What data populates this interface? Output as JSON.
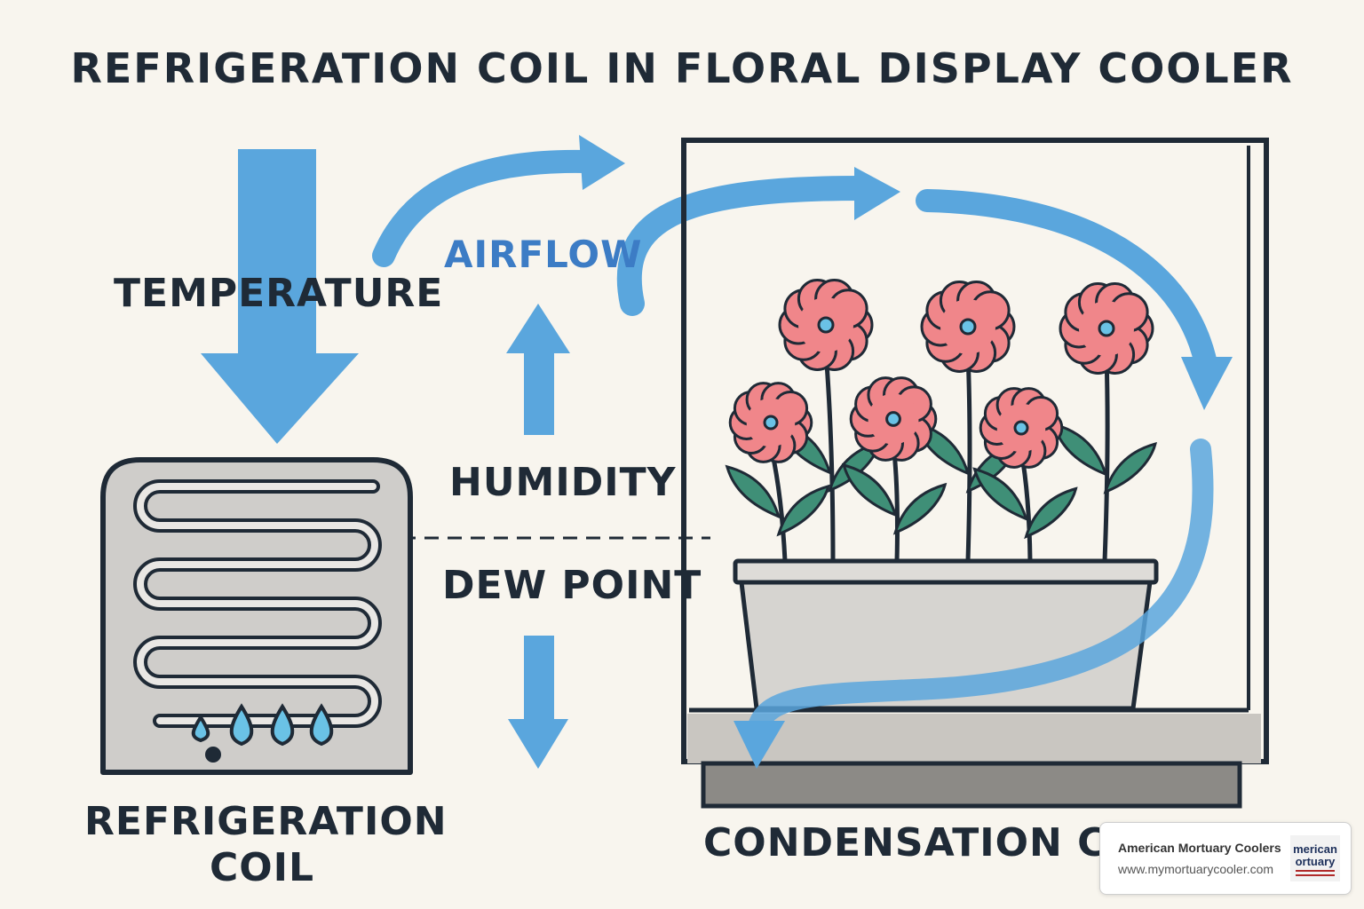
{
  "title": "REFRIGERATION COIL IN FLORAL DISPLAY COOLER",
  "labels": {
    "temperature": "TEMPERATURE",
    "airflow": "AIRFLOW",
    "humidity": "HUMIDITY",
    "dew_point": "DEW POINT",
    "coil_line1": "REFRIGERATION",
    "coil_line2": "COIL",
    "condensation": "CONDENSATION CON"
  },
  "watermark": {
    "company": "American Mortuary Coolers",
    "url": "www.mymortuarycooler.com",
    "logo_text": "merican Mortuary"
  },
  "colors": {
    "background": "#f8f5ee",
    "arrow_blue": "#5aa6dd",
    "airflow_text": "#3c7cc5",
    "ink": "#1f2a36",
    "petal_pink": "#f0868a",
    "leaf_green": "#3f8f77",
    "coil_panel": "#cfcdca",
    "pot_gray": "#d6d4d0",
    "droplet_blue": "#6ac2e6"
  }
}
